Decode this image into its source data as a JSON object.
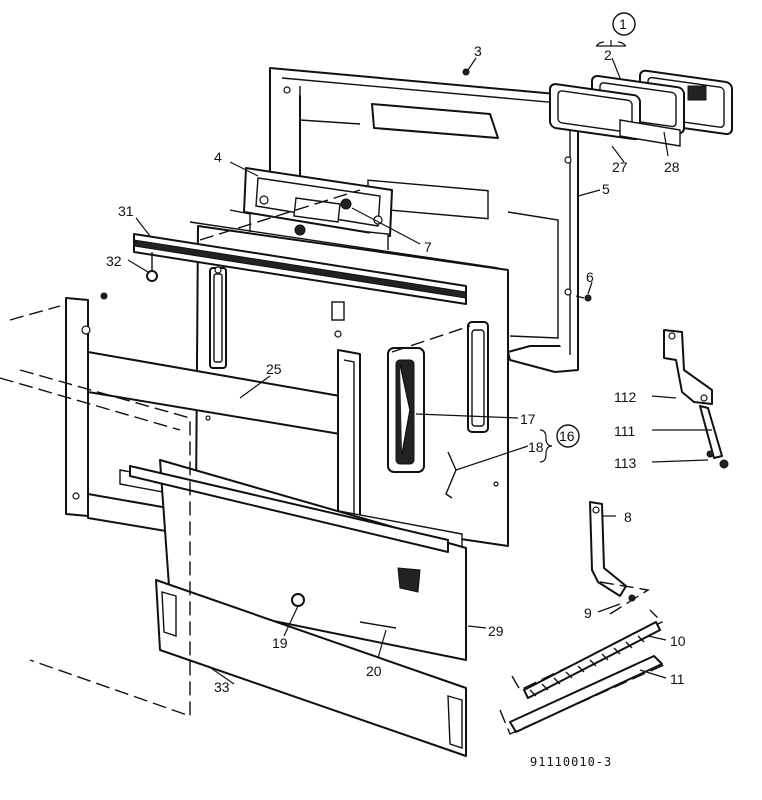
{
  "drawing_number": "91110010-3",
  "callouts": {
    "c1": "1",
    "c2": "2",
    "c3": "3",
    "c4": "4",
    "c5": "5",
    "c6": "6",
    "c7": "7",
    "c8": "8",
    "c9": "9",
    "c10": "10",
    "c11": "11",
    "c16": "16",
    "c17": "17",
    "c18": "18",
    "c19": "19",
    "c20": "20",
    "c25": "25",
    "c27": "27",
    "c28": "28",
    "c29": "29",
    "c31": "31",
    "c32": "32",
    "c33": "33",
    "c111": "111",
    "c112": "112",
    "c113": "113"
  }
}
